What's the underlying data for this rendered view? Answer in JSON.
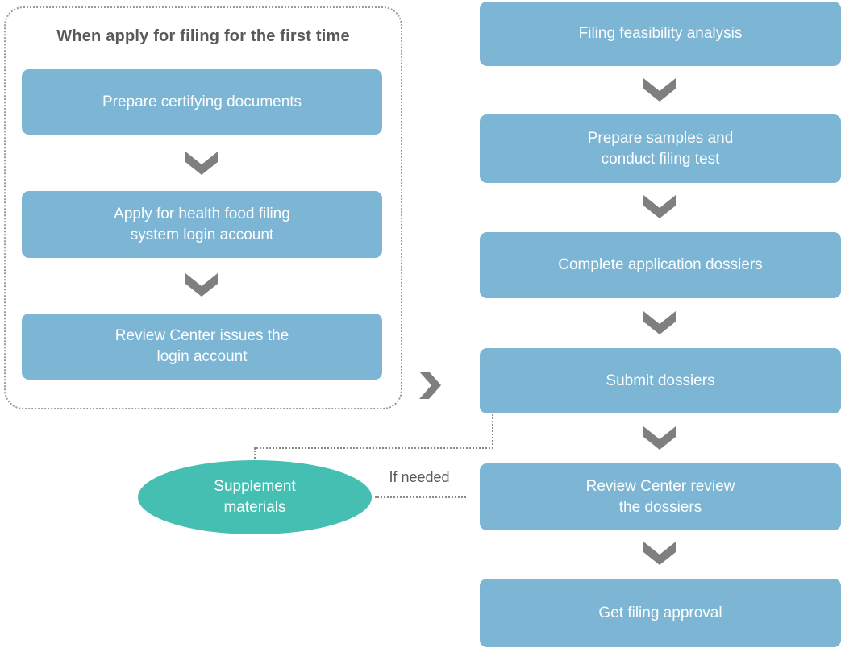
{
  "palette": {
    "box_blue": "#7db5d4",
    "ellipse_teal": "#44bfb2",
    "arrow_gray": "#7f7f7f",
    "dotted_line_gray": "#8a8a8a",
    "heading_gray": "#595959",
    "box_text_white": "#fdfeff"
  },
  "first_time_panel": {
    "title": "When apply for filing for the first time",
    "steps": [
      {
        "label": "Prepare certifying documents"
      },
      {
        "label": "Apply for health food filing\nsystem login account"
      },
      {
        "label": "Review Center issues the\nlogin account"
      }
    ]
  },
  "main_flow": {
    "steps": [
      {
        "label": "Filing feasibility analysis"
      },
      {
        "label": "Prepare samples and\nconduct filing test"
      },
      {
        "label": "Complete application dossiers"
      },
      {
        "label": "Submit dossiers"
      },
      {
        "label": "Review Center review\nthe dossiers"
      },
      {
        "label": "Get filing approval"
      }
    ]
  },
  "supplement": {
    "label": "Supplement\nmaterials",
    "condition_label": "If needed"
  }
}
